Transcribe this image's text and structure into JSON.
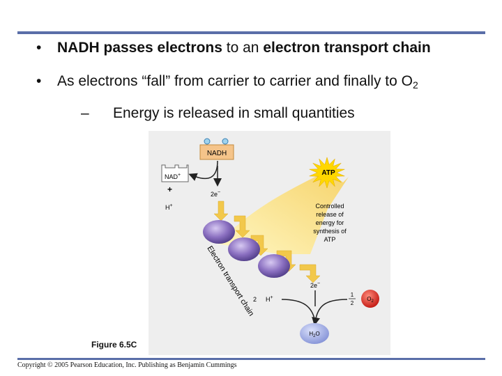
{
  "bullets": {
    "b1": {
      "marker": "•",
      "bold_a": "NADH passes electrons",
      "plain_a": " to an ",
      "bold_b": "electron transport chain"
    },
    "b2": {
      "marker": "•",
      "text": "As electrons “fall” from carrier to carrier and finally to O",
      "sub": "2"
    },
    "b3": {
      "marker": "–",
      "text": "Energy is released in small quantities"
    }
  },
  "figure": {
    "nadh": "NADH",
    "nad": "NAD",
    "nad_sup": "+",
    "plus": "+",
    "atp": "ATP",
    "two_e_top": "2e",
    "two_e_top_sup": "−",
    "h_left": "H",
    "h_left_sup": "+",
    "controlled_release": [
      "Controlled",
      "release of",
      "energy for",
      "synthesis of",
      "ATP"
    ],
    "etc_label": "Electron transport chain",
    "two_e_bottom": "2e",
    "two_e_bottom_sup": "−",
    "two": "2",
    "h_bottom": "H",
    "h_bottom_sup": "+",
    "half_num": "1",
    "half_den": "2",
    "o2": "O",
    "o2_sub": "2",
    "h2o": "H",
    "h2o_sub": "2",
    "h2o_o": "O",
    "colors": {
      "panel": "#eeeeee",
      "nadh_box": "#f5c48a",
      "atp_burst": "#ffd700",
      "carrier": "#8a6fc0",
      "arrow_yellow": "#f2c84b",
      "o2_red": "#d9261c",
      "water_blue": "#9aa7e0"
    }
  },
  "caption": "Figure 6.5C",
  "copyright": "Copyright © 2005 Pearson Education, Inc. Publishing as Benjamin Cummings"
}
